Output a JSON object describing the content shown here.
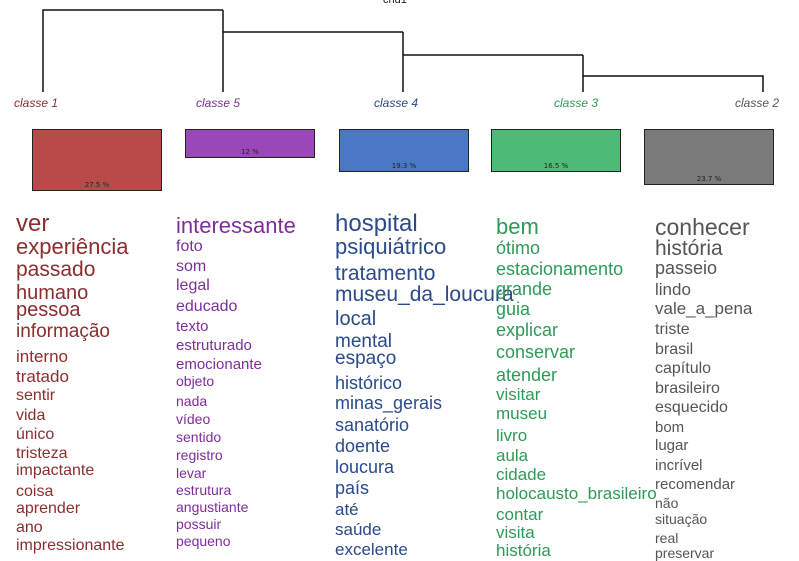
{
  "root_label": "chd1",
  "classes": [
    {
      "label": "classe  1",
      "pct": "27.5 %",
      "color": "#b94a4a",
      "text_color": "#8b2e2e",
      "label_color": "#8b2e2e",
      "words": [
        "ver",
        "experiência",
        "passado",
        "humano",
        "pessoa",
        "informação",
        "interno",
        "tratado",
        "sentir",
        "vida",
        "único",
        "tristeza",
        "impactante",
        "coisa",
        "aprender",
        "ano",
        "impressionante"
      ]
    },
    {
      "label": "classe  5",
      "pct": "12 %",
      "color": "#9a47b8",
      "text_color": "#7d2e99",
      "label_color": "#7d2e99",
      "words": [
        "interessante",
        "foto",
        "som",
        "legal",
        "educado",
        "texto",
        "estruturado",
        "emocionante",
        "objeto",
        "nada",
        "vídeo",
        "sentido",
        "registro",
        "levar",
        "estrutura",
        "angustiante",
        "possuir",
        "pequeno"
      ]
    },
    {
      "label": "classe  4",
      "pct": "19.3 %",
      "color": "#4a78c4",
      "text_color": "#2a4a8a",
      "label_color": "#2a4a8a",
      "words": [
        "hospital",
        "psiquiátrico",
        "tratamento",
        "museu_da_loucura",
        "local",
        "mental",
        "espaço",
        "histórico",
        "minas_gerais",
        "sanatório",
        "doente",
        "loucura",
        "país",
        "até",
        "saúde",
        "excelente"
      ]
    },
    {
      "label": "classe  3",
      "pct": "16.5 %",
      "color": "#4dbb78",
      "text_color": "#2e9a58",
      "label_color": "#2e9a58",
      "words": [
        "bem",
        "ótimo",
        "estacionamento",
        "grande",
        "guia",
        "explicar",
        "conservar",
        "atender",
        "visitar",
        "museu",
        "livro",
        "aula",
        "cidade",
        "holocausto_brasileiro",
        "contar",
        "visita",
        "história"
      ]
    },
    {
      "label": "classe  2",
      "pct": "23.7 %",
      "color": "#7a7a7a",
      "text_color": "#555555",
      "label_color": "#555555",
      "words": [
        "conhecer",
        "história",
        "passeio",
        "lindo",
        "vale_a_pena",
        "triste",
        "brasil",
        "capítulo",
        "brasileiro",
        "esquecido",
        "bom",
        "lugar",
        "incrível",
        "recomendar",
        "não",
        "situação",
        "real",
        "preservar"
      ]
    }
  ]
}
